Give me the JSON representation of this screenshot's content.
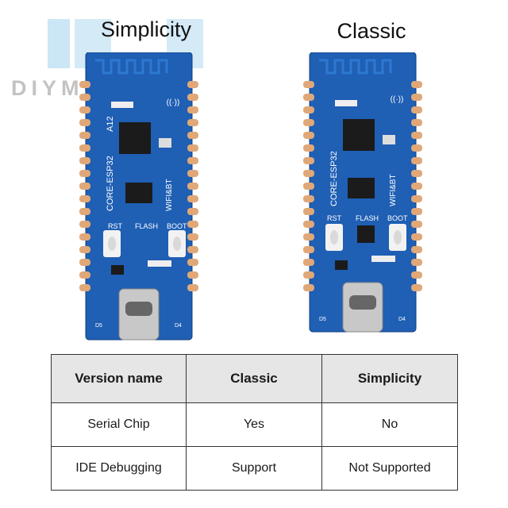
{
  "watermark": {
    "text": "DIYMO  LES"
  },
  "titles": {
    "left": "Simplicity",
    "right": "Classic"
  },
  "board": {
    "chip_label": "CORE-ESP32",
    "model_suffix": "A12",
    "wifi_label": "WIFI&BT",
    "rst": "RST",
    "flash": "FLASH",
    "boot": "BOOT",
    "d5": "D5",
    "d4": "D4",
    "colors": {
      "pcb": "#1f5fb4",
      "pad": "#e0a878",
      "chip": "#1b1b1b",
      "usb": "#c8c8c8"
    }
  },
  "table": {
    "headers": [
      "Version name",
      "Classic",
      "Simplicity"
    ],
    "rows": [
      [
        "Serial Chip",
        "Yes",
        "No"
      ],
      [
        "IDE Debugging",
        "Support",
        "Not Supported"
      ]
    ]
  }
}
